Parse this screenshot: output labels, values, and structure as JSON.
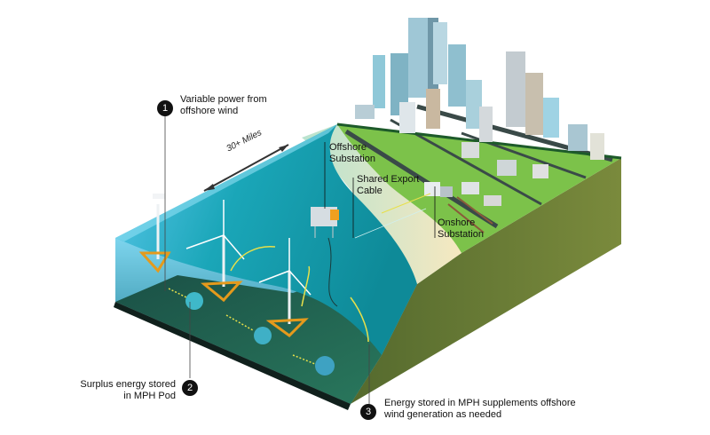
{
  "diagram": {
    "callouts": [
      {
        "number": "1",
        "line1": "Variable power from",
        "line2": "offshore wind"
      },
      {
        "number": "2",
        "line1": "Surplus energy stored",
        "line2": "in MPH Pod"
      },
      {
        "number": "3",
        "line1": "Energy stored in MPH supplements offshore",
        "line2": "wind generation as needed"
      }
    ],
    "labels": {
      "offshore_substation_1": "Offshore",
      "offshore_substation_2": "Substation",
      "export_cable_1": "Shared Export",
      "export_cable_2": "Cable",
      "onshore_substation_1": "Onshore",
      "onshore_substation_2": "Substation",
      "distance": "30+ Miles"
    },
    "colors": {
      "sea_light": "#4fc3e8",
      "sea_deep": "#0f8a9a",
      "seabed": "#1e5a4a",
      "beach": "#f3e6bf",
      "grass": "#7cc24a",
      "ground_side": "#6f7d36",
      "road": "#3a4a48",
      "pod": "#3fb8c9",
      "platform": "#f0a020",
      "energy_flow": "#e8e04a"
    }
  }
}
